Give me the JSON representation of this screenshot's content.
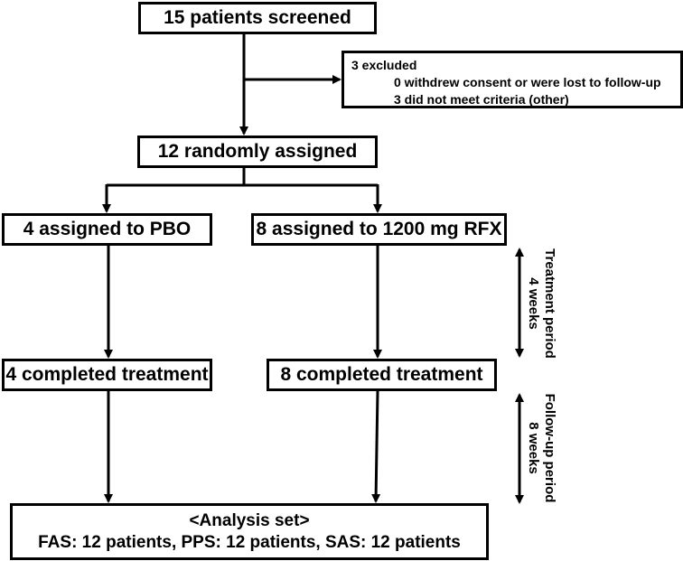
{
  "boxes": {
    "screened": "15 patients screened",
    "randomized": "12 randomly assigned",
    "pbo": "4 assigned to PBO",
    "rfx": "8 assigned to 1200 mg RFX",
    "completed_pbo": "4 completed treatment",
    "completed_rfx": "8 completed treatment"
  },
  "excluded": {
    "title": "3 excluded",
    "line1": "0  withdrew consent or were lost to follow-up",
    "line2": "3 did not meet criteria (other)"
  },
  "analysis": {
    "title": "<Analysis set>",
    "details": "FAS: 12 patients, PPS: 12 patients, SAS: 12 patients"
  },
  "periods": {
    "treatment_line1": "Treatment period",
    "treatment_line2": "4 weeks",
    "followup_line1": "Follow-up period",
    "followup_line2": "8 weeks"
  }
}
